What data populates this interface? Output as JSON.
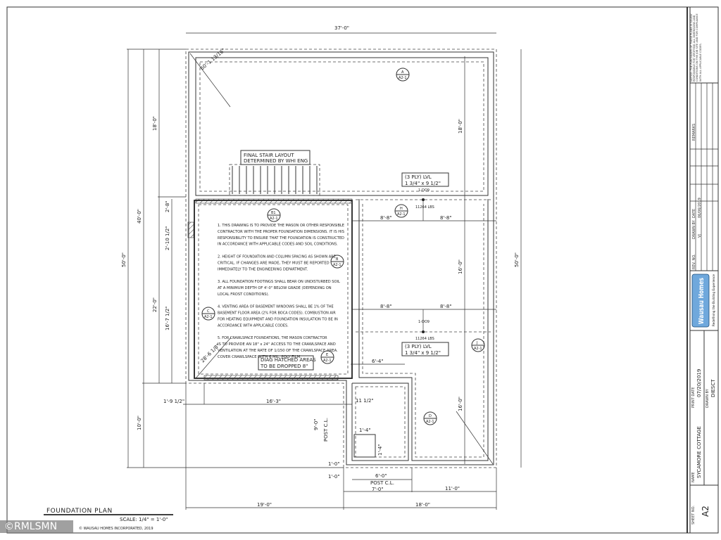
{
  "drawing": {
    "title": "FOUNDATION PLAN",
    "scale": "SCALE: 1/4\" = 1'-0\"",
    "copyright": "© WAUSAU HOMES INCORPORATED, 2019",
    "watermark": "©RMLSMN",
    "stair_note": [
      "FINAL STAIR LAYOUT",
      "DETERMINED BY WHI ENG"
    ],
    "hatch_note": [
      "DIAG HATCHED AREAS",
      "TO BE DROPPED 8\""
    ],
    "lvl_upper": [
      "(3 PLY) LVL",
      "1 3/4\" x 9 1/2\""
    ],
    "lvl_lower": [
      "(3 PLY) LVL",
      "1 3/4\" x 9 1/2\""
    ],
    "post_label": "1-DO9",
    "load_label": "11264 LBS",
    "notes": [
      "1. THIS DRAWING IS TO PROVIDE THE MASON OR OTHER RESPONSIBLE",
      "CONTRACTOR WITH THE PROPER FOUNDATION DIMENSIONS. IT IS HIS",
      "RESPONSIBILITY TO ENSURE THAT THE FOUNDATION IS CONSTRUCTED",
      "IN ACCORDANCE WITH APPLICABLE CODES AND SOIL CONDITIONS.",
      "",
      "2. HEIGHT OF FOUNDATION AND COLUMN SPACING AS SHOWN ARE",
      "CRITICAL. IF CHANGES ARE MADE, THEY MUST BE REPORTED",
      "IMMEDIATELY TO THE ENGINEERING DEPARTMENT.",
      "",
      "3. ALL FOUNDATION FOOTINGS SHALL BEAR ON UNDISTURBED SOIL",
      "AT A MINIMUM DEPTH OF 4'-0\" BELOW GRADE (DEPENDING ON",
      "LOCAL FROST CONDITIONS).",
      "",
      "4. VENTING AREA OF BASEMENT WINDOWS SHALL BE 1% OF THE",
      "BASEMENT FLOOR AREA (2% FOR BOCA CODES). COMBUSTION AIR",
      "FOR HEATING EQUIPMENT AND FOUNDATION INSULATION TO BE IN",
      "ACCORDANCE WITH APPLICABLE CODES.",
      "",
      "5. FOR CRAWLSPACE FOUNDATIONS, THE MASON CONTRACTOR",
      "IS TO PROVIDE AN 18\" x 24\" ACCESS TO THE CRAWLSPACE AND",
      "VENTILATION AT THE RATE OF 1/150 OF THE CRAWLSPACE AREA.",
      "COVER CRAWLSPACE WITH 6 MIL. POLY FILM."
    ],
    "sections": {
      "a": [
        "A",
        "A2-1"
      ],
      "b": [
        "B",
        "A2-1"
      ],
      "c": [
        "C",
        "A2-1"
      ],
      "d": [
        "D",
        "A2-1"
      ],
      "e": [
        "E",
        "A2-1"
      ],
      "h": [
        "H",
        "A2-1"
      ],
      "j": [
        "J",
        "A2-1"
      ],
      "b1": [
        "B1",
        "A2-1"
      ]
    },
    "dims": {
      "top": "37'-0\"",
      "left_total": "50'-0\"",
      "left_40": "40'-0\"",
      "left_18": "18'-0\"",
      "left_22": "22'-0\"",
      "left_2_8": "2'-8\"",
      "left_2_10": "2'-10 1/2\"",
      "left_16_7": "16'-7 1/2\"",
      "left_10": "10'-0\"",
      "right_total": "50'-0\"",
      "right_18": "18'-0\"",
      "right_16a": "16'-0\"",
      "right_16b": "16'-0\"",
      "diag_upper": "60'-1 13/16\"",
      "diag_lower": "28'-6 1/8\"",
      "beam_upper_l": "8'-8\"",
      "beam_upper_r": "8'-8\"",
      "beam_lower_l": "8'-8\"",
      "beam_lower_r": "8'-8\"",
      "d6_4": "6'-4\"",
      "d1_9": "1'-9 1/2\"",
      "d16_3": "16'-3\"",
      "d11_5": "11 1/2\"",
      "d9_0": "9'-0\"",
      "post_cl_v": "POST C.L.",
      "d1_4h": "1'-4\"",
      "d1_4v": "1'-4\"",
      "d1_0a": "1'-0\"",
      "d1_0b": "1'-0\"",
      "d6_0": "6'-0\"",
      "post_cl_h": "POST C.L.",
      "d7_0": "7'-0\"",
      "d11_0": "11'-0\"",
      "bottom_19": "19'-0\"",
      "bottom_18": "18'-0\""
    }
  },
  "title_block": {
    "sheet_label": "SHEET NO.",
    "sheet": "A2",
    "name_label": "NAME",
    "name": "SYCAMORE COTTAGE",
    "date_label": "PRINT DATE",
    "date": "07/20/2019",
    "drawn_label": "DRAWN BY",
    "drawn": "DIESCT",
    "logo_text": "Wausau Homes",
    "logo_tagline": "Redefining the Building Experience",
    "rev_headers": [
      "REV. NO.",
      "DRAWN BY",
      "DATE",
      "REMARKS"
    ],
    "rev_row": [
      "",
      "VJ",
      "06/06/2019",
      ""
    ],
    "disclaimer": "NOTICE: THE PURCHASER OF THESE PLANS IS SOLELY RESPONSIBLE FOR VERIFYING ALL DIMENSIONS AND CONDITIONS ON THE JOB SITE AND FOR COMPLIANCE WITH ALL APPLICABLE CODES.",
    "accent": "#6fa8dc"
  }
}
